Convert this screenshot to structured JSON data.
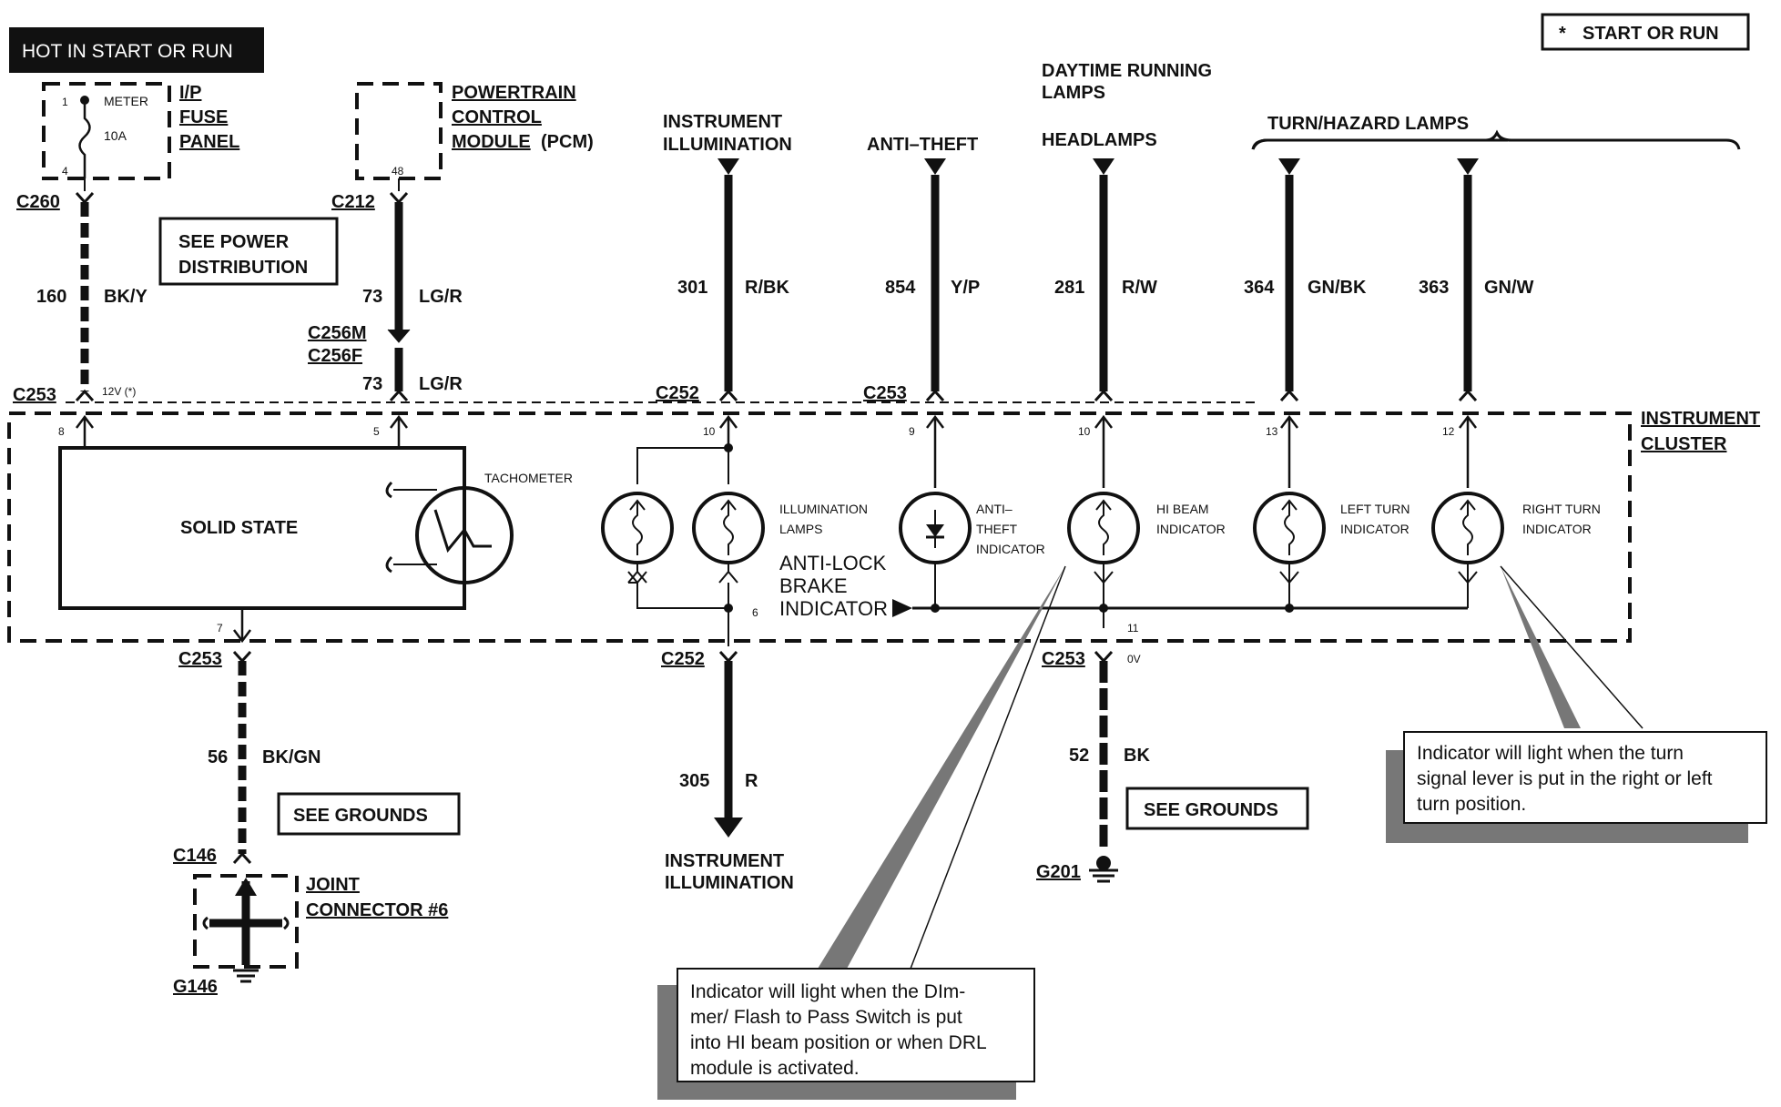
{
  "header": {
    "hot_label": "HOT IN START OR RUN",
    "legend": "START OR RUN",
    "legend_star": "*"
  },
  "fuse_panel": {
    "label_line1": "I/P",
    "label_line2": "FUSE",
    "label_line3": "PANEL",
    "fuse_name": "METER",
    "fuse_rating": "10A",
    "pin_in": "1",
    "pin_out": "4"
  },
  "pcm": {
    "label_line1": "POWERTRAIN",
    "label_line2": "CONTROL",
    "label_line3": "MODULE",
    "label_suffix": "(PCM)",
    "pin": "48"
  },
  "connectors": {
    "c260": "C260",
    "c212": "C212",
    "c256m": "C256M",
    "c256f": "C256F",
    "c253_top_left": "C253",
    "c252_top": "C252",
    "c253_top_mid": "C253",
    "c253_bottom_left": "C253",
    "c252_bottom": "C252",
    "c253_bottom_right": "C253",
    "c146": "C146",
    "g146": "G146",
    "g201": "G201"
  },
  "wires": {
    "w160": {
      "num": "160",
      "color": "BK/Y"
    },
    "w73a": {
      "num": "73",
      "color": "LG/R"
    },
    "w73b": {
      "num": "73",
      "color": "LG/R"
    },
    "w301": {
      "num": "301",
      "color": "R/BK"
    },
    "w854": {
      "num": "854",
      "color": "Y/P"
    },
    "w281": {
      "num": "281",
      "color": "R/W"
    },
    "w364": {
      "num": "364",
      "color": "GN/BK"
    },
    "w363": {
      "num": "363",
      "color": "GN/W"
    },
    "w56": {
      "num": "56",
      "color": "BK/GN"
    },
    "w305": {
      "num": "305",
      "color": "R"
    },
    "w52": {
      "num": "52",
      "color": "BK"
    }
  },
  "voltage": {
    "v12": "12V (*)",
    "v0": "0V"
  },
  "see_power": {
    "line1": "SEE POWER",
    "line2": "DISTRIBUTION"
  },
  "see_grounds_left": "SEE GROUNDS",
  "see_grounds_right": "SEE GROUNDS",
  "circuit_titles": {
    "instrument_illumination_line1": "INSTRUMENT",
    "instrument_illumination_line2": "ILLUMINATION",
    "anti_theft": "ANTI–THEFT",
    "drl_line1": "DAYTIME RUNNING",
    "drl_line2": "LAMPS",
    "headlamps": "HEADLAMPS",
    "turn_hazard": "TURN/HAZARD LAMPS",
    "bottom_illumination_line1": "INSTRUMENT",
    "bottom_illumination_line2": "ILLUMINATION"
  },
  "cluster": {
    "label_line1": "INSTRUMENT",
    "label_line2": "CLUSTER",
    "solid_state": "SOLID STATE",
    "tachometer": "TACHOMETER",
    "illumination_lamps_line1": "ILLUMINATION",
    "illumination_lamps_line2": "LAMPS",
    "abs_line1": "ANTI-LOCK",
    "abs_line2": "BRAKE",
    "abs_line3": "INDICATOR",
    "anti_theft_ind_line1": "ANTI–",
    "anti_theft_ind_line2": "THEFT",
    "anti_theft_ind_line3": "INDICATOR",
    "hi_beam_line1": "HI BEAM",
    "hi_beam_line2": "INDICATOR",
    "left_turn_line1": "LEFT TURN",
    "left_turn_line2": "INDICATOR",
    "right_turn_line1": "RIGHT TURN",
    "right_turn_line2": "INDICATOR",
    "pins": {
      "p8": "8",
      "p5": "5",
      "p10a": "10",
      "p9": "9",
      "p10b": "10",
      "p13": "13",
      "p12": "12",
      "p7": "7",
      "p6": "6",
      "p11": "11"
    }
  },
  "joint_connector": {
    "line1": "JOINT",
    "line2": "CONNECTOR #6"
  },
  "notes": {
    "turn_line1": "Indicator will light when the turn",
    "turn_line2": "signal lever is put in the right or left",
    "turn_line3": "turn position.",
    "hibeam_line1": "Indicator will light when the DIm-",
    "hibeam_line2": "mer/ Flash to Pass Switch is put",
    "hibeam_line3": "into HI beam position or when DRL",
    "hibeam_line4": "module is activated."
  }
}
